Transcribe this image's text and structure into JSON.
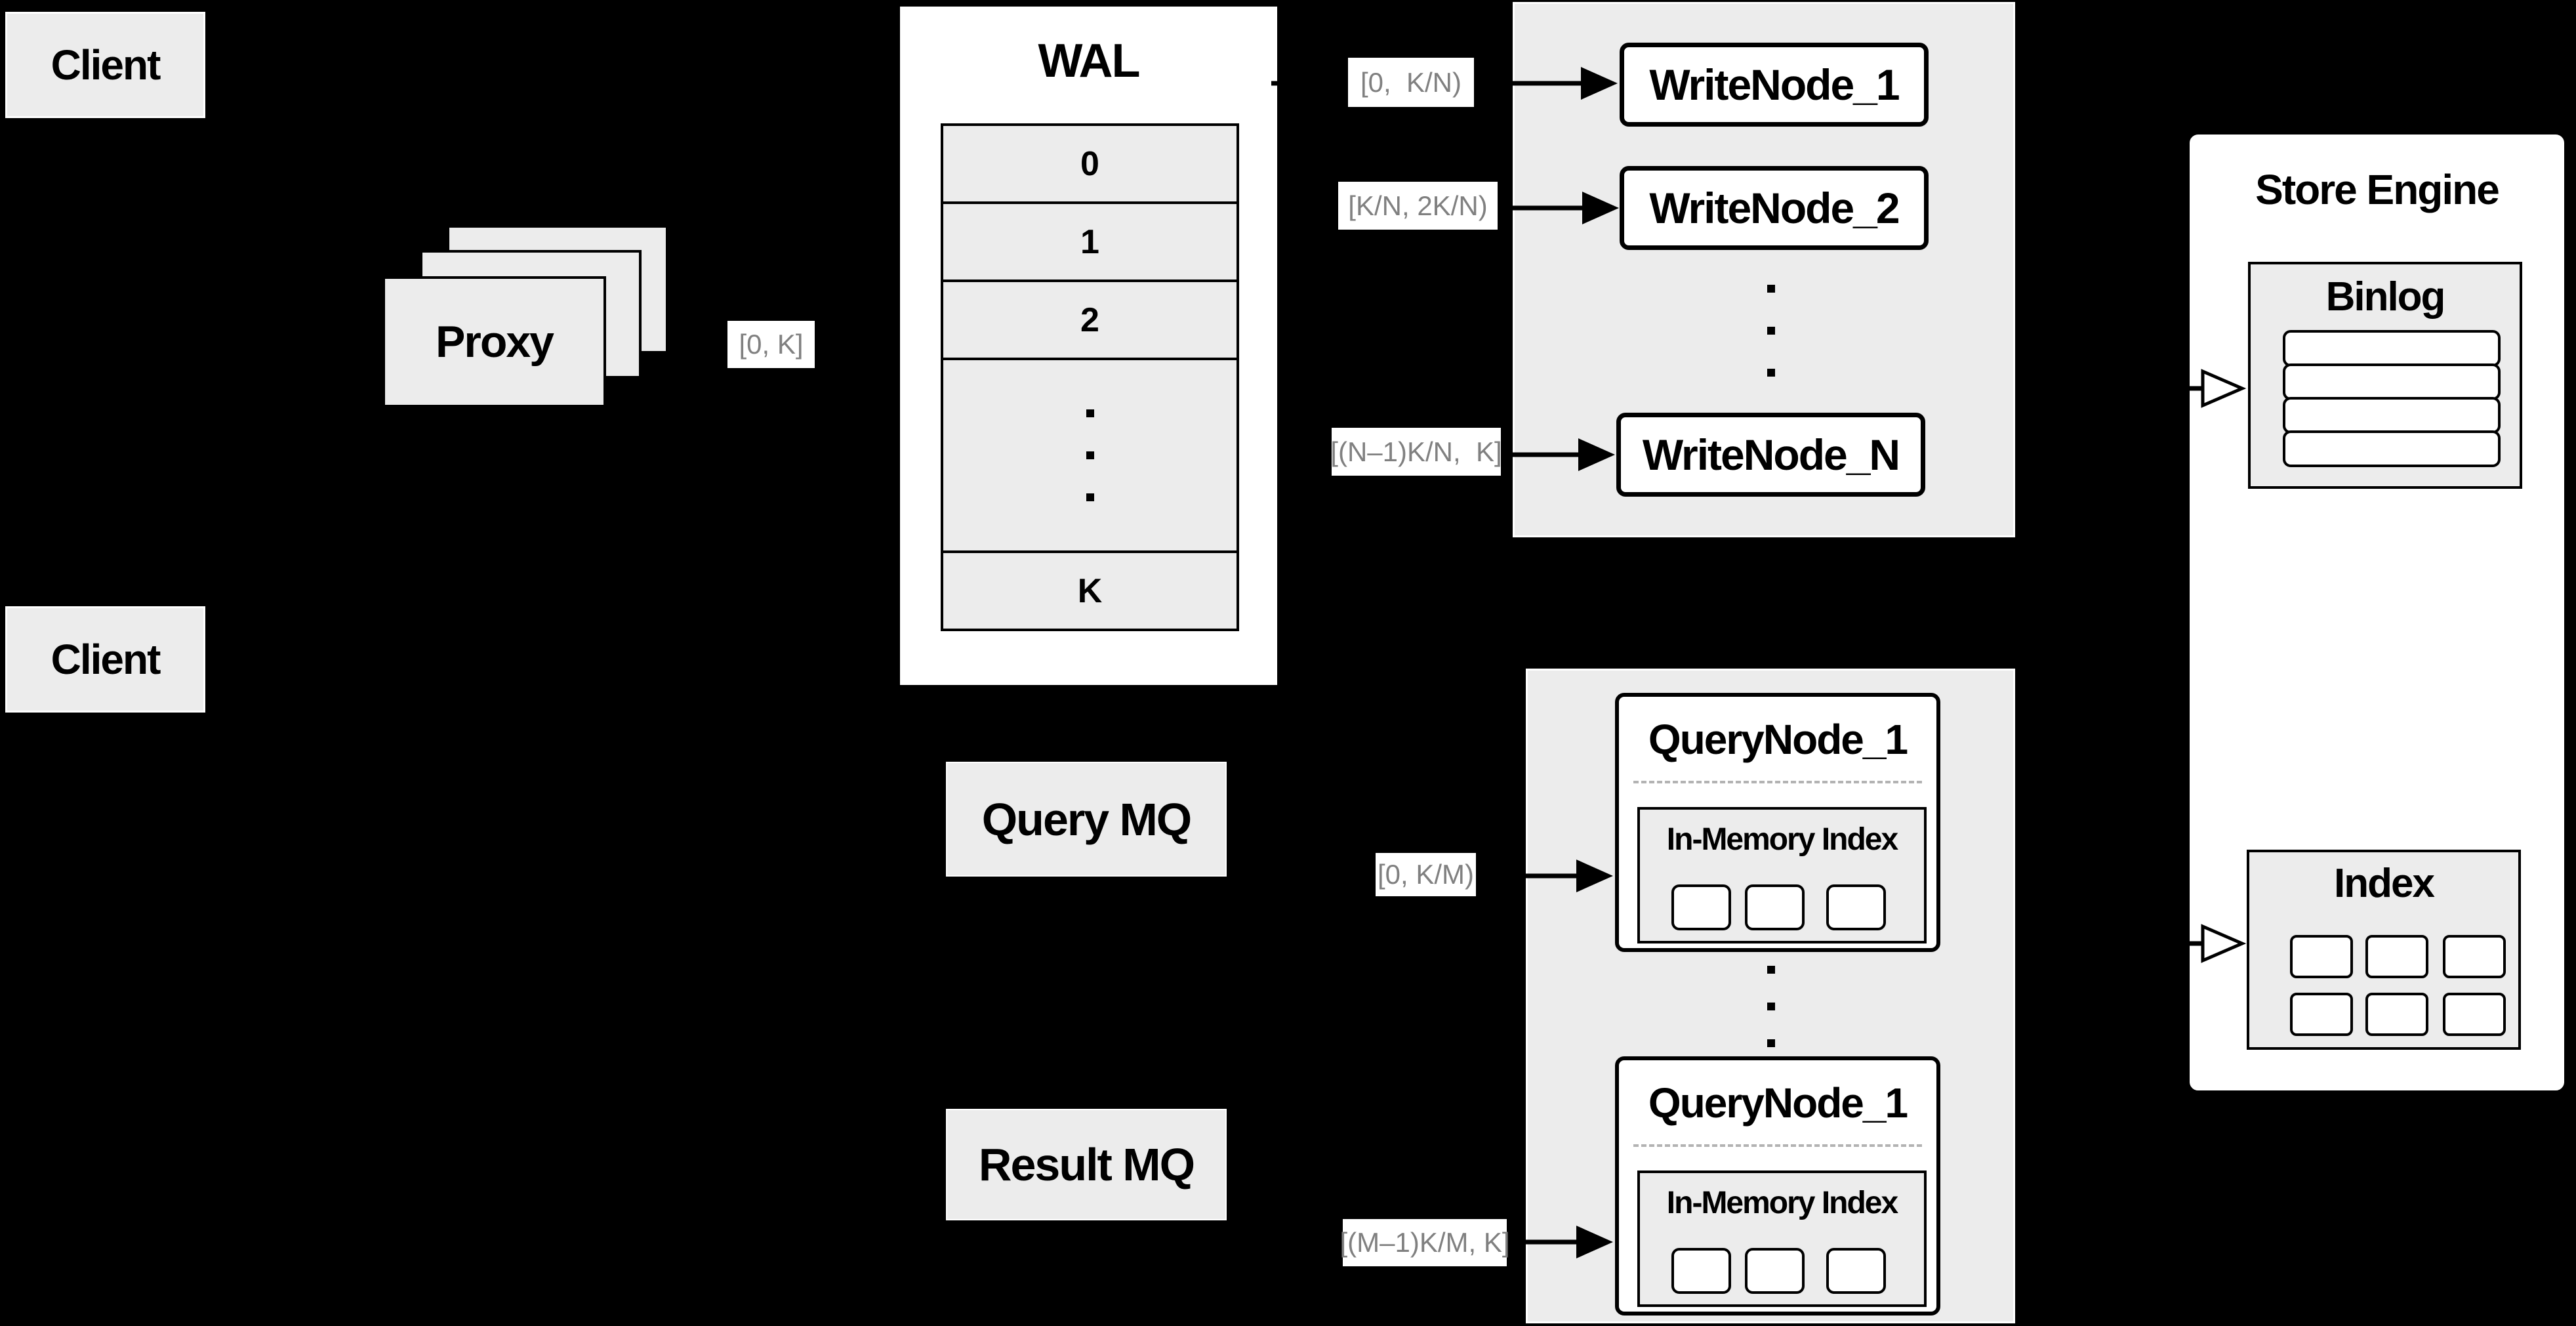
{
  "diagram": {
    "clients": [
      "Client",
      "Client"
    ],
    "proxy": "Proxy",
    "wal": {
      "title": "WAL",
      "rows": [
        "0",
        "1",
        "2"
      ],
      "last_row": "K"
    },
    "range_labels": {
      "proxy_out": "[0, K]",
      "write_1": "[0,  K/N)",
      "write_2": "[K/N, 2K/N)",
      "write_n": "[(N–1)K/N,  K]",
      "query_first": "[0, K/M)",
      "query_last": "[(M–1)K/M, K]"
    },
    "write_nodes": [
      "WriteNode_1",
      "WriteNode_2",
      "WriteNode_N"
    ],
    "mq": {
      "query": "Query MQ",
      "result": "Result MQ"
    },
    "query_nodes": [
      {
        "title": "QueryNode_1",
        "inner": "In-Memory Index"
      },
      {
        "title": "QueryNode_1",
        "inner": "In-Memory Index"
      }
    ],
    "store_engine": {
      "title": "Store Engine",
      "binlog": "Binlog",
      "index": "Index"
    },
    "colors": {
      "background": "#000000",
      "box_fill": "#ececec",
      "node_fill": "#ffffff",
      "line": "#000000",
      "label_text": "#808080"
    }
  }
}
